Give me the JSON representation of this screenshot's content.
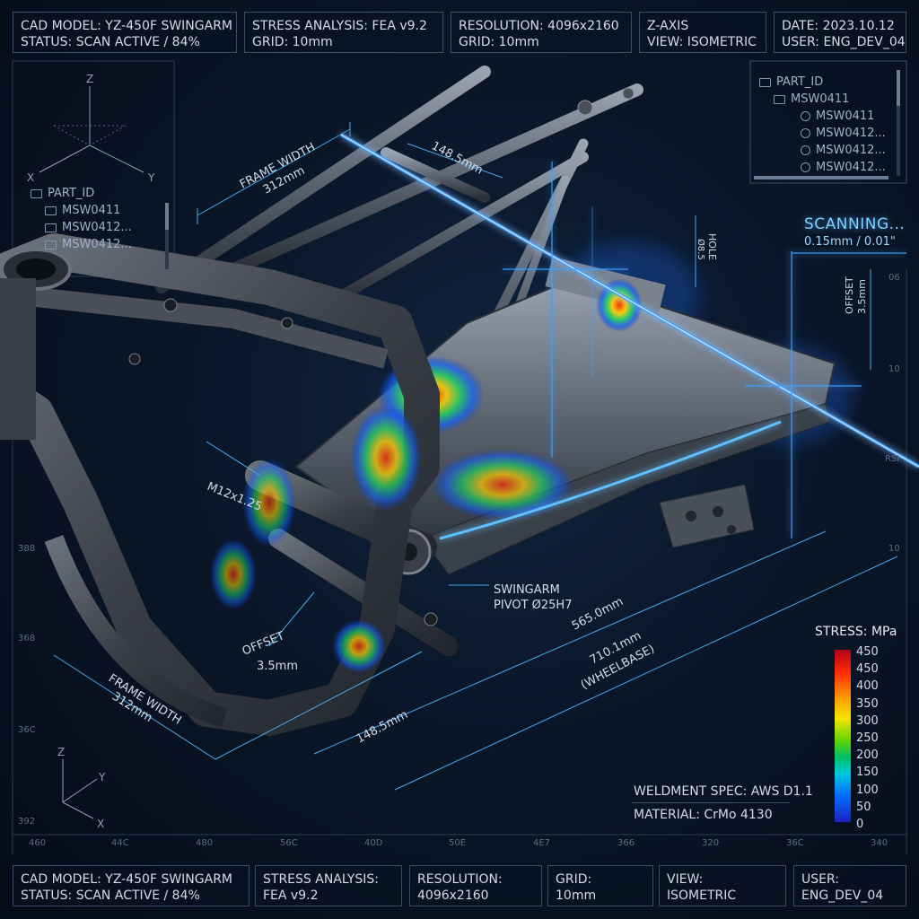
{
  "top_panels": [
    {
      "line1": "CAD MODEL: YZ-450F SWINGARM",
      "line2": "STATUS: SCAN ACTIVE / 84%"
    },
    {
      "line1": "STRESS ANALYSIS: FEA v9.2",
      "line2": "GRID: 10mm"
    },
    {
      "line1": "RESOLUTION: 4096x2160",
      "line2": "GRID: 10mm"
    },
    {
      "line1": "Z-AXIS",
      "line2": "VIEW: ISOMETRIC"
    },
    {
      "line1": "DATE: 2023.10.12",
      "line2": "USER: ENG_DEV_04"
    }
  ],
  "bottom_panels": [
    {
      "line1": "CAD MODEL: YZ-450F SWINGARM",
      "line2": "STATUS: SCAN ACTIVE / 84%"
    },
    {
      "line1": "STRESS ANALYSIS:",
      "line2": "FEA v9.2"
    },
    {
      "line1": "RESOLUTION:",
      "line2": "4096x2160"
    },
    {
      "line1": "GRID:",
      "line2": "10mm"
    },
    {
      "line1": "VIEW:",
      "line2": "ISOMETRIC"
    },
    {
      "line1": "USER:",
      "line2": "ENG_DEV_04"
    }
  ],
  "tree_right": {
    "root": "PART_ID",
    "folder": "MSW0411",
    "items": [
      "MSW0411",
      "MSW0412...",
      "MSW0412...",
      "MSW0412..."
    ]
  },
  "tree_left": {
    "root": "PART_ID",
    "items": [
      "MSW0411",
      "MSW0412...",
      "MSW0412..."
    ]
  },
  "axes_top": {
    "z": "Z",
    "x": "X",
    "y": "Y"
  },
  "axes_bottom": {
    "z": "Z",
    "y": "Y",
    "x": "X"
  },
  "scan": {
    "title": "SCANNING...",
    "sub": "0.15mm / 0.01\""
  },
  "dimensions": {
    "frame_width_top": "FRAME WIDTH",
    "frame_width_top_val": "312mm",
    "top_148": "148.5mm",
    "bolt": "M12x1.25",
    "offset_left": "OFFSET",
    "offset_left_val": "3.5mm",
    "pivot": "SWINGARM",
    "pivot_val": "PIVOT Ø25H7",
    "len_565": "565.0mm",
    "wheelbase_val": "710.1mm",
    "wheelbase_label": "(WHEELBASE)",
    "frame_width_bottom": "FRAME WIDTH",
    "frame_width_bottom_val": "312mm",
    "bottom_148": "148.5mm",
    "offset_right": "OFFSET",
    "offset_right_val": "3.5mm",
    "hole": "HOLE",
    "hole_val": "Ø8.5"
  },
  "legend": {
    "title": "STRESS: MPa",
    "values": [
      "450",
      "450",
      "400",
      "350",
      "300",
      "250",
      "200",
      "150",
      "100",
      "50",
      "0"
    ]
  },
  "notes": {
    "weld": "WELDMENT SPEC: AWS D1.1",
    "material": "MATERIAL: CrMo 4130"
  },
  "ruler_bottom": [
    "460",
    "44C",
    "480",
    "56C",
    "40D",
    "50E",
    "4E7",
    "366",
    "320",
    "36C",
    "340"
  ],
  "ruler_left": [
    "388",
    "368",
    "36C",
    "392"
  ],
  "ruler_right": [
    "06",
    "10",
    "RSI",
    "10"
  ],
  "colors": {
    "scan_blue": "#3ea0ff",
    "frame_metal": "#4a4f58",
    "accent_line": "#4aa8e8"
  }
}
